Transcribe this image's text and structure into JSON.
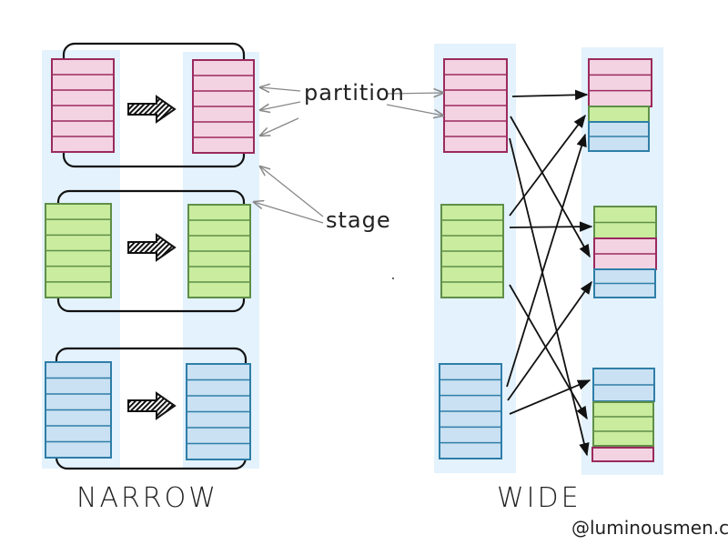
{
  "labels": {
    "partition": "partition",
    "stage": "stage",
    "narrow": "NARROW",
    "wide": "WIDE",
    "credit": "@luminousmen.com"
  },
  "colors": {
    "column_bg": "#e3f2fc",
    "pink_stroke": "#9b2a5e",
    "pink_fill": "#f3d3e2",
    "green_stroke": "#5f8f48",
    "green_fill": "#c9ec9e",
    "blue_stroke": "#2f7ea8",
    "blue_fill": "#c9e1f2",
    "arrow": "#111111",
    "pointer": "#888888"
  },
  "partitions_per_block": 6
}
